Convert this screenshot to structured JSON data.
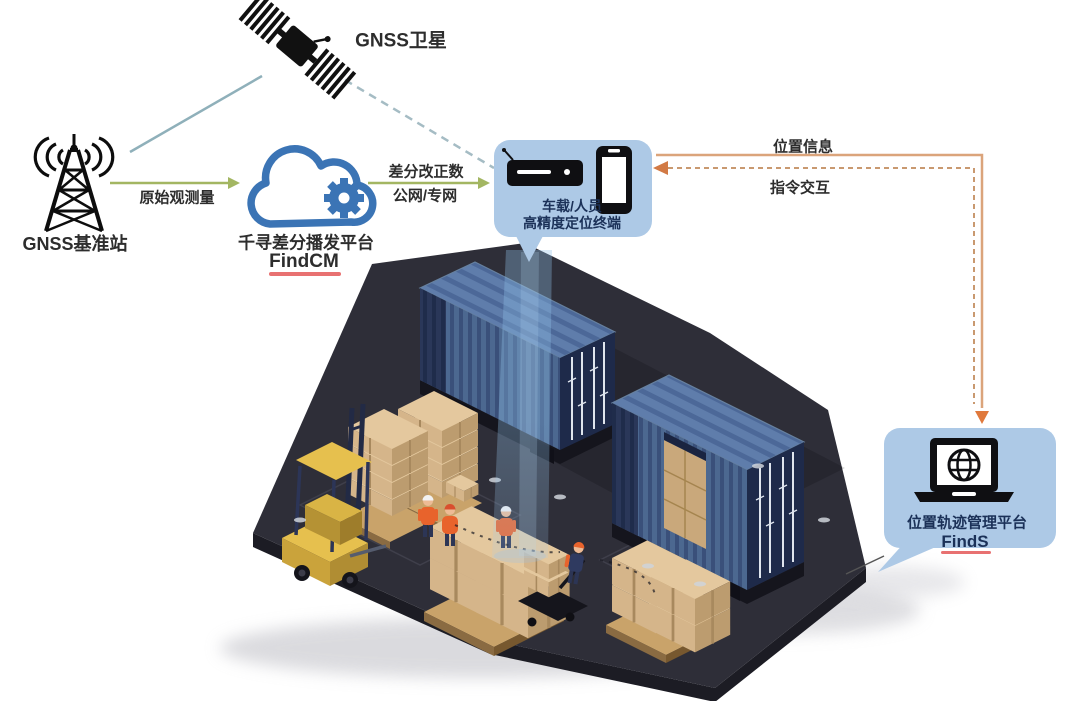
{
  "diagram": {
    "satellite": {
      "label": "GNSS卫星"
    },
    "base_station": {
      "label": "GNSS基准站"
    },
    "cloud_platform": {
      "line1": "千寻差分播发平台",
      "line2": "FindCM"
    },
    "terminal": {
      "line1": "车载/人员",
      "line2": "高精度定位终端"
    },
    "management_platform": {
      "line1": "位置轨迹管理平台",
      "line2": "FindS"
    },
    "edges": {
      "raw_observation": "原始观测量",
      "correction_line1": "差分改正数",
      "correction_line2": "公网/专网",
      "position_info": "位置信息",
      "command_interaction": "指令交互"
    },
    "colors": {
      "bubble": "#adc9e6",
      "bubble_text": "#1b3158",
      "cloud_blue": "#3b74b5",
      "arrow_green": "#a3b662",
      "arrow_orange": "#dba47b",
      "line_teal": "#8fb0ba",
      "label_dark": "#2d2d2d",
      "underline_red": "#e45858",
      "platform_dark": "#2e2e38",
      "container_blue": "#47638f",
      "box_tan": "#d5b58a"
    }
  }
}
